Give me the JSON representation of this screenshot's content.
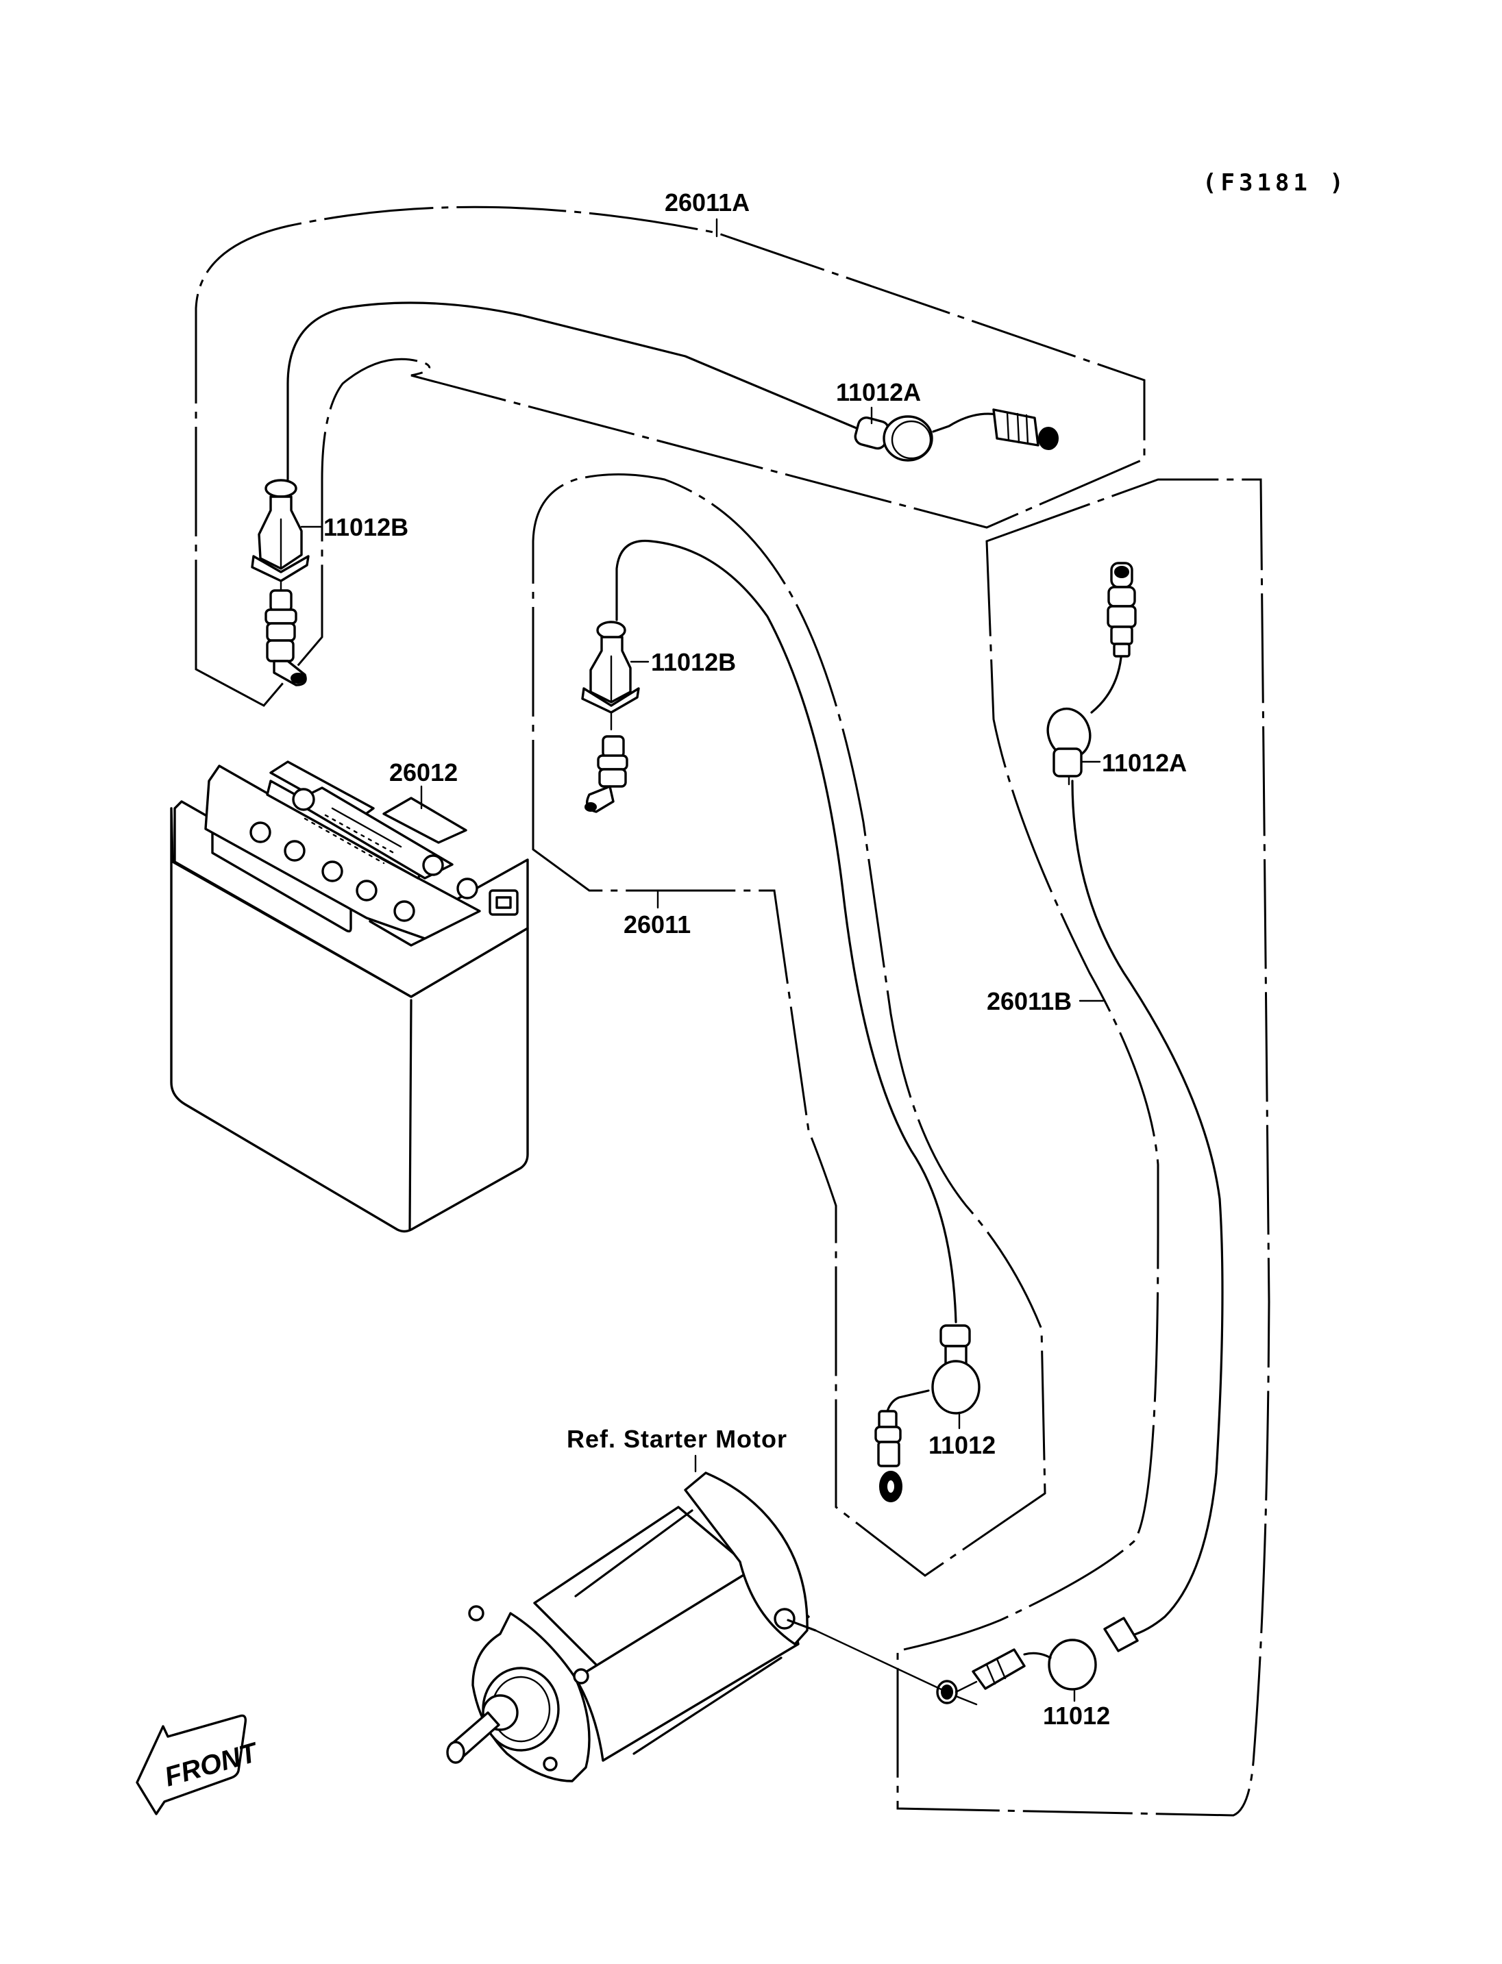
{
  "figure_code": "(F3181 )",
  "callouts": {
    "cable_top": "26011A",
    "cap_top": "11012A",
    "boot_left": "11012B",
    "boot_middle": "11012B",
    "cap_right": "11012A",
    "battery": "26012",
    "cable_middle": "26011",
    "cable_right": "26011B",
    "cap_middle_bottom": "11012",
    "cap_right_bottom": "11012"
  },
  "reference_label": "Ref. Starter Motor",
  "direction_marker": "FRONT",
  "colors": {
    "ink": "#000000",
    "paper": "#ffffff"
  }
}
